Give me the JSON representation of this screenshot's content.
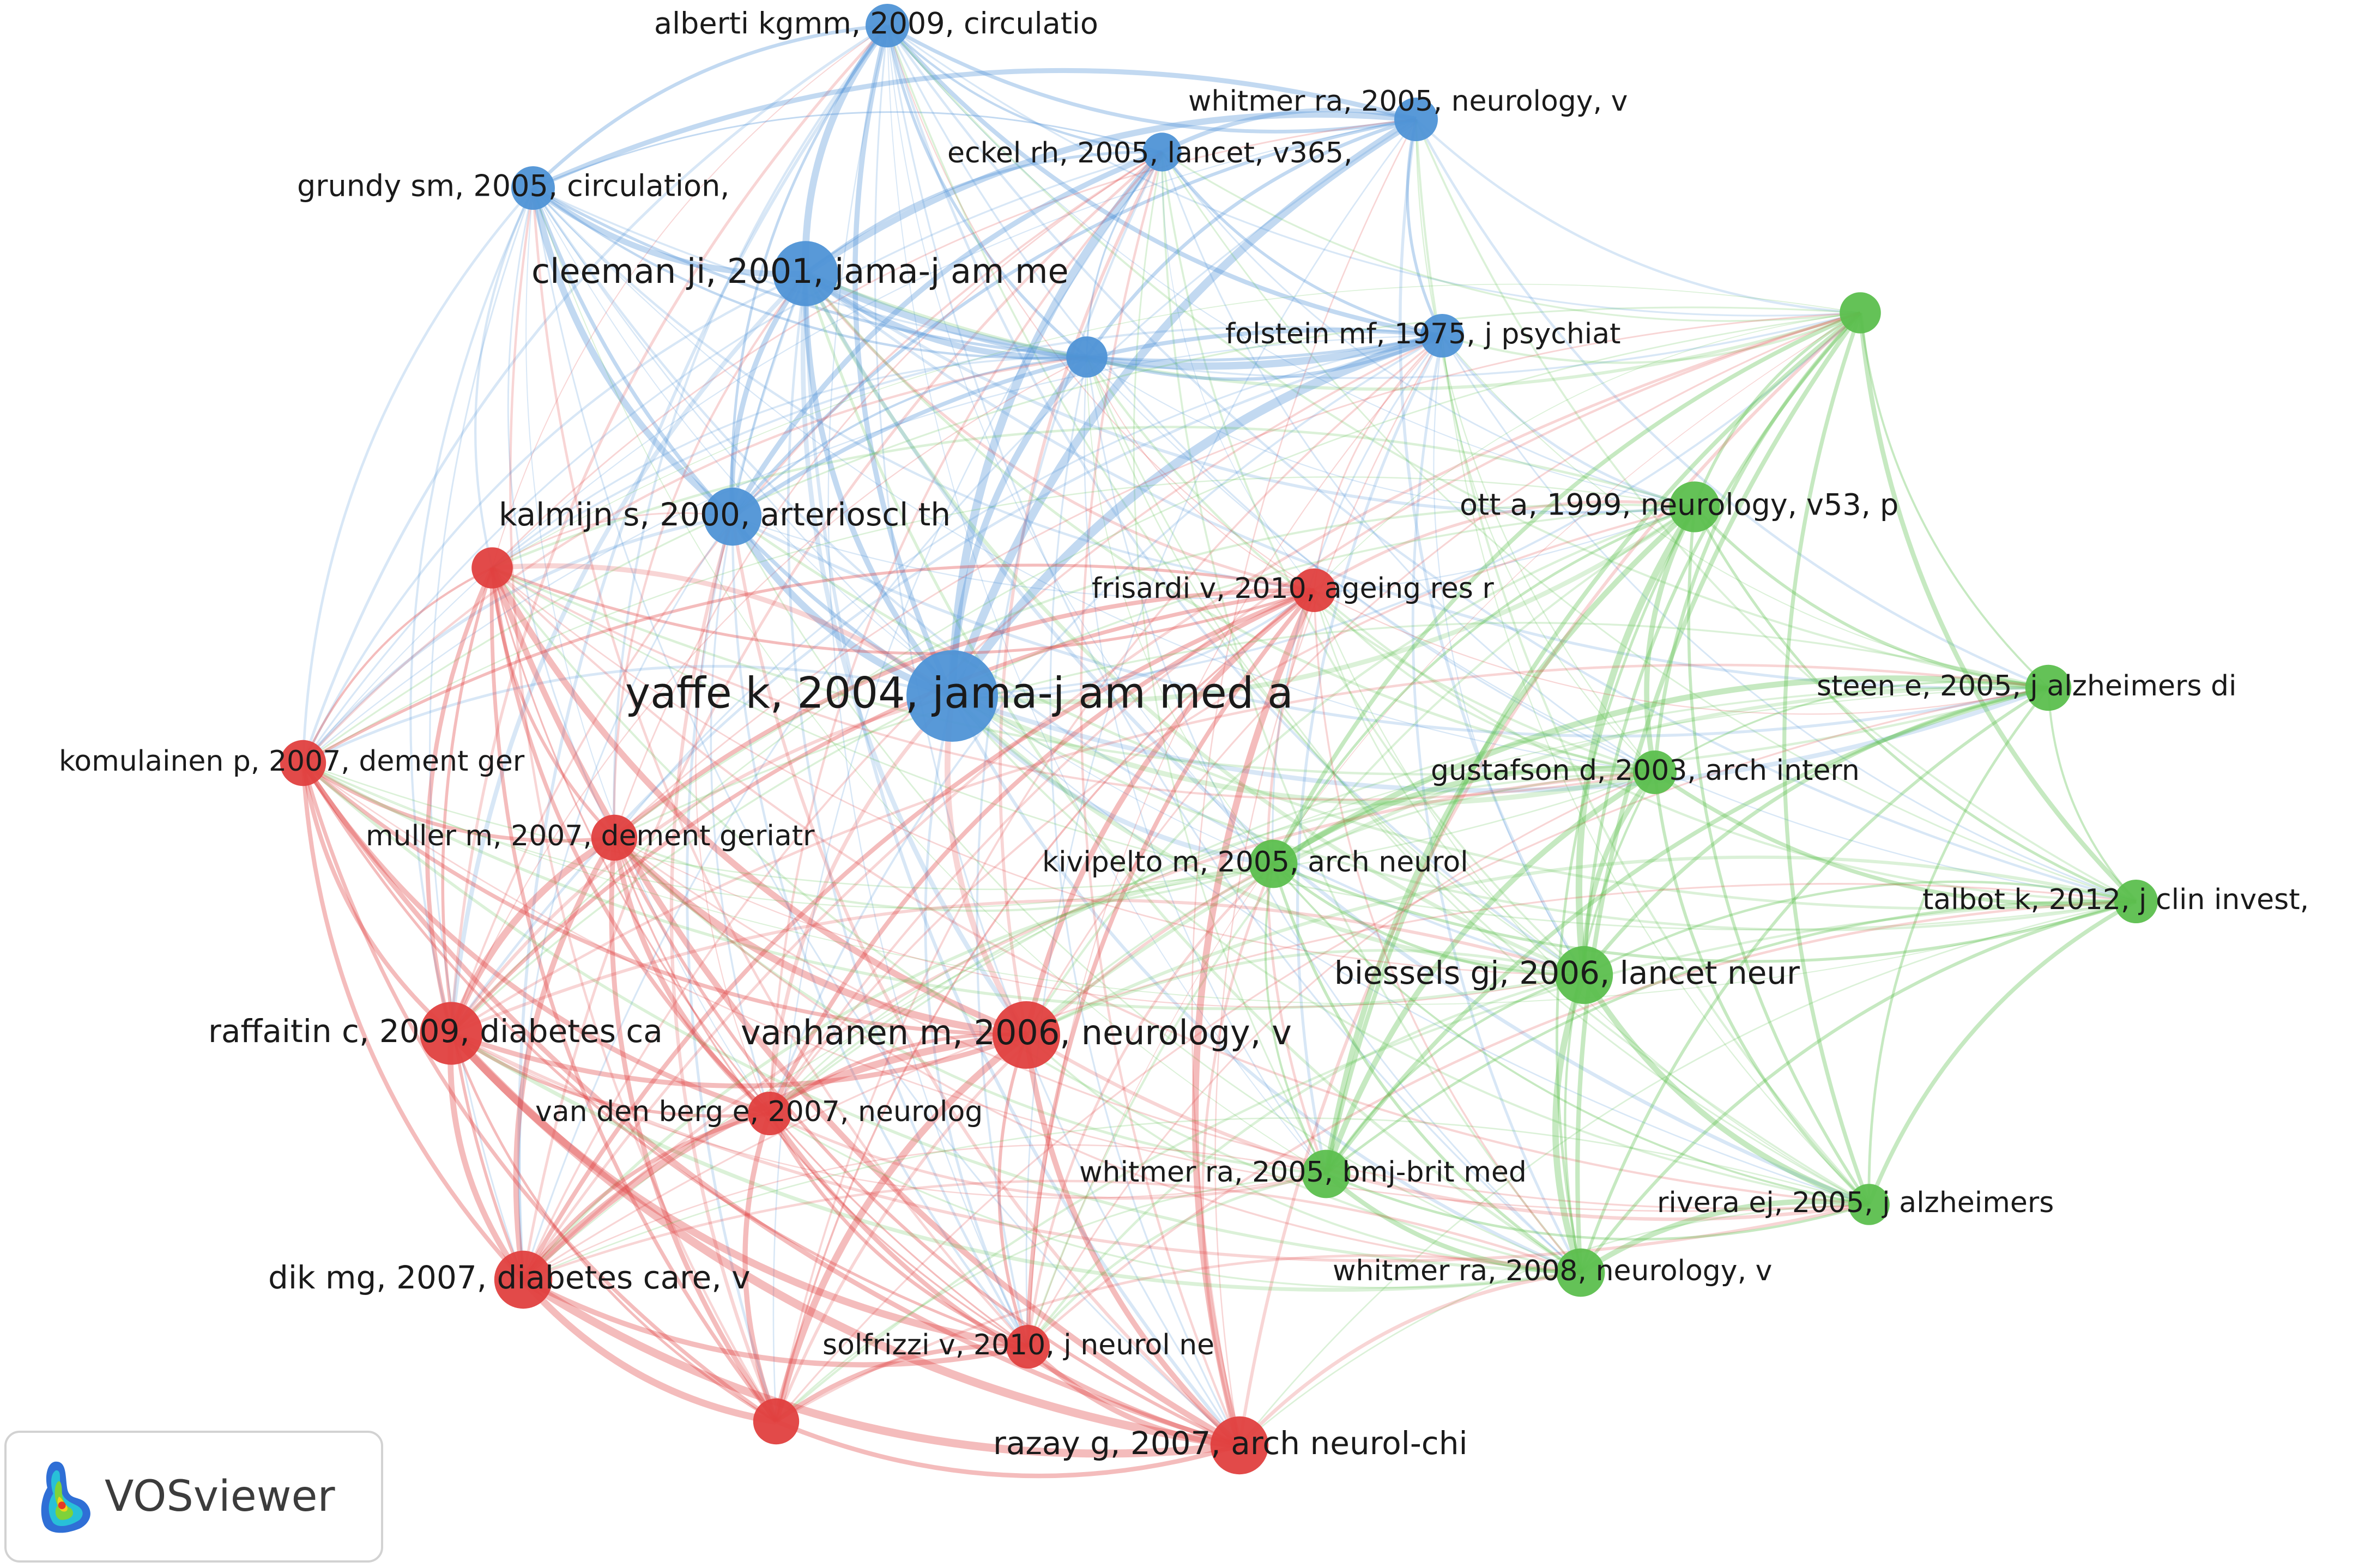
{
  "colors": {
    "blue": "#4f93d6",
    "red": "#e0403f",
    "green": "#5cbf4e"
  },
  "nodes": [
    {
      "id": "alberti",
      "label": "alberti kgmm, 2009, circulatio",
      "cluster": "blue",
      "weight": 1
    },
    {
      "id": "whitmer05n",
      "label": "whitmer ra, 2005, neurology, v",
      "cluster": "blue",
      "weight": 1
    },
    {
      "id": "eckel",
      "label": "eckel rh, 2005, lancet, v365,",
      "cluster": "blue",
      "weight": 0.8
    },
    {
      "id": "grundy",
      "label": "grundy sm, 2005, circulation,",
      "cluster": "blue",
      "weight": 1
    },
    {
      "id": "cleeman",
      "label": "cleeman ji, 2001, jama-j am me",
      "cluster": "blue",
      "weight": 1.9
    },
    {
      "id": "bluemid",
      "label": "",
      "cluster": "blue",
      "weight": 0.9
    },
    {
      "id": "folstein",
      "label": "folstein mf, 1975, j psychiat",
      "cluster": "blue",
      "weight": 1
    },
    {
      "id": "kalmijn",
      "label": "kalmijn s, 2000, arterioscl th",
      "cluster": "blue",
      "weight": 1.6
    },
    {
      "id": "yaffe",
      "label": "yaffe k, 2004, jama-j am med a",
      "cluster": "blue",
      "weight": 3
    },
    {
      "id": "greentop",
      "label": "",
      "cluster": "green",
      "weight": 0.9
    },
    {
      "id": "ott",
      "label": "ott a, 1999, neurology, v53, p",
      "cluster": "green",
      "weight": 1.3
    },
    {
      "id": "redleft",
      "label": "",
      "cluster": "red",
      "weight": 0.9
    },
    {
      "id": "frisardi",
      "label": "frisardi v, 2010, ageing res r",
      "cluster": "red",
      "weight": 1
    },
    {
      "id": "steen",
      "label": "steen e, 2005, j alzheimers di",
      "cluster": "green",
      "weight": 1.1
    },
    {
      "id": "komulainen",
      "label": "komulainen p, 2007, dement ger",
      "cluster": "red",
      "weight": 1.1
    },
    {
      "id": "gustafson",
      "label": "gustafson d, 2003, arch intern",
      "cluster": "green",
      "weight": 1
    },
    {
      "id": "muller",
      "label": "muller m, 2007, dement geriatr",
      "cluster": "red",
      "weight": 1.1
    },
    {
      "id": "kivipelto",
      "label": "kivipelto m, 2005, arch neurol",
      "cluster": "green",
      "weight": 1.2
    },
    {
      "id": "talbot",
      "label": "talbot k, 2012, j clin invest,",
      "cluster": "green",
      "weight": 1
    },
    {
      "id": "biessels",
      "label": "biessels gj, 2006, lancet neur",
      "cluster": "green",
      "weight": 1.6
    },
    {
      "id": "raffaitin",
      "label": "raffaitin c, 2009, diabetes ca",
      "cluster": "red",
      "weight": 1.8
    },
    {
      "id": "vanhanen",
      "label": "vanhanen m, 2006, neurology, v",
      "cluster": "red",
      "weight": 2
    },
    {
      "id": "vandenberg",
      "label": "van den berg e, 2007, neurolog",
      "cluster": "red",
      "weight": 1
    },
    {
      "id": "whitmer05b",
      "label": "whitmer ra, 2005, bmj-brit med",
      "cluster": "green",
      "weight": 1.2
    },
    {
      "id": "rivera",
      "label": "rivera ej, 2005, j alzheimers",
      "cluster": "green",
      "weight": 0.9
    },
    {
      "id": "whitmer08",
      "label": "whitmer ra, 2008, neurology, v",
      "cluster": "green",
      "weight": 1.2
    },
    {
      "id": "dik",
      "label": "dik mg, 2007, diabetes care, v",
      "cluster": "red",
      "weight": 1.6
    },
    {
      "id": "solfrizzi",
      "label": "solfrizzi v, 2010, j neurol ne",
      "cluster": "red",
      "weight": 1
    },
    {
      "id": "redbottom",
      "label": "",
      "cluster": "red",
      "weight": 1.1
    },
    {
      "id": "razay",
      "label": "razay g, 2007, arch neurol-chi",
      "cluster": "red",
      "weight": 1.6
    }
  ],
  "logo": {
    "icon": "vosviewer-logo-icon",
    "text": "VOSviewer"
  }
}
